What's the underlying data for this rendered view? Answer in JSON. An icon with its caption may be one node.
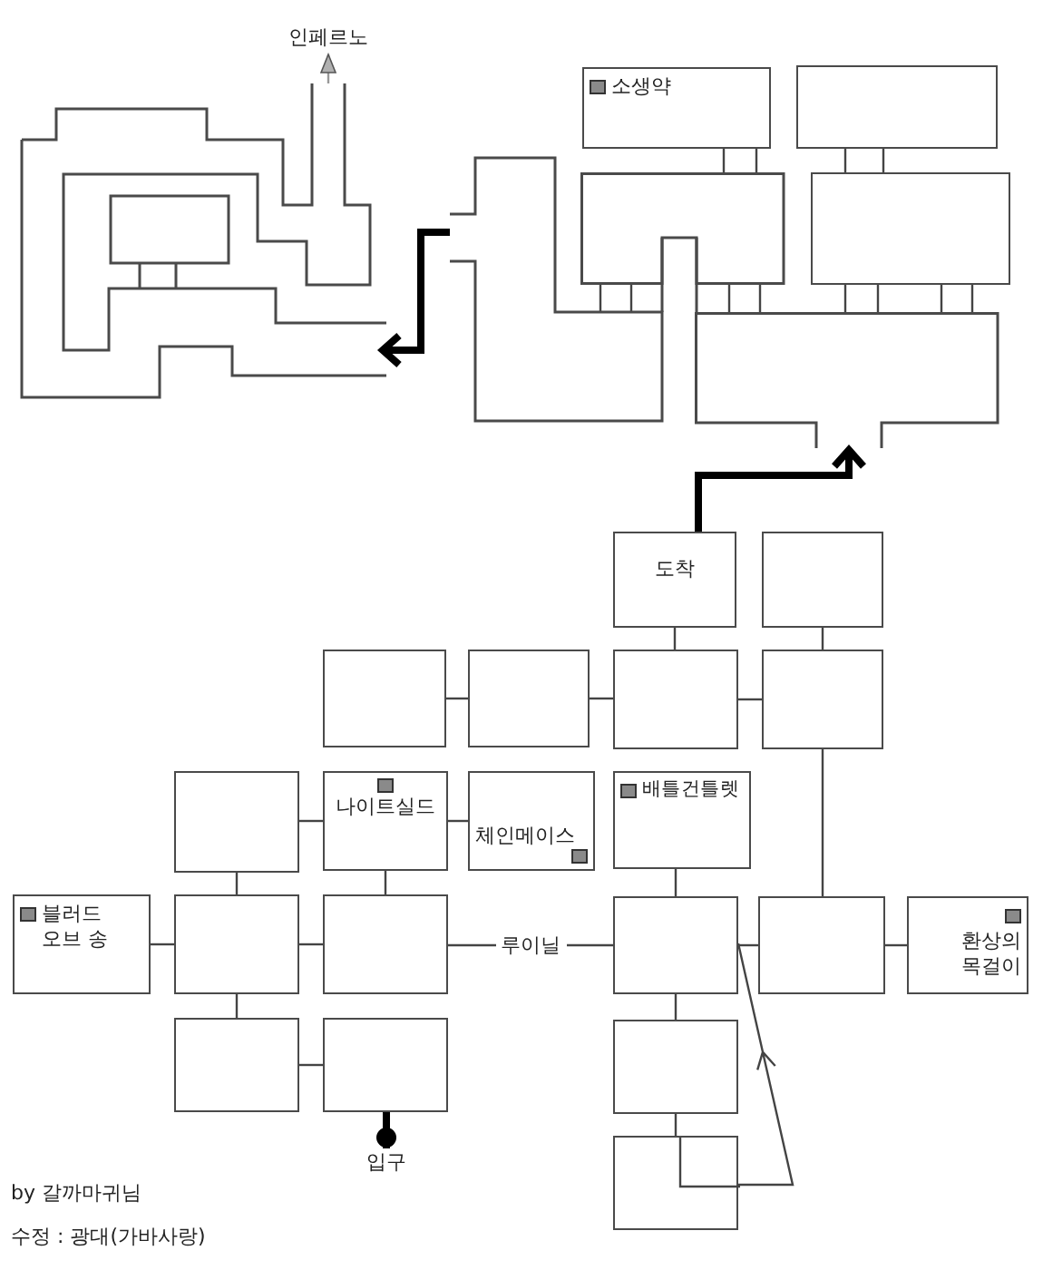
{
  "diagram": {
    "nodes": [
      {
        "text": [
          "인페르노"
        ]
      },
      {
        "text": [],
        "shape": "picture"
      },
      {
        "text": [
          "소생약"
        ]
      },
      {
        "text": [],
        "shape": "box"
      },
      {
        "text": [],
        "shape": "box"
      },
      {
        "text": [],
        "shape": "box"
      },
      {
        "text": [],
        "shape": "box"
      },
      {
        "text": [],
        "shape": "box"
      },
      {
        "text": [
          "도착"
        ]
      },
      {
        "text": [],
        "shape": "box"
      },
      {
        "text": [],
        "shape": "box"
      },
      {
        "text": [],
        "shape": "box"
      },
      {
        "text": [],
        "shape": "box"
      },
      {
        "text": [],
        "shape": "box"
      },
      {
        "text": [],
        "shape": "box"
      },
      {
        "text": [
          "나이트실드"
        ]
      },
      {
        "text": [
          "체인메이스"
        ]
      },
      {
        "text": [
          "배틀건틀렛"
        ]
      },
      {
        "text": [
          "블러드 오브 송"
        ]
      },
      {
        "text": [],
        "shape": "box"
      },
      {
        "text": [],
        "shape": "box"
      },
      {
        "text": [],
        "shape": "box"
      },
      {
        "text": [],
        "shape": "box"
      },
      {
        "text": [
          "환상의 목걸이"
        ]
      },
      {
        "text": [],
        "shape": "box"
      },
      {
        "text": [],
        "shape": "box"
      },
      {
        "text": [],
        "shape": "box"
      },
      {
        "text": [],
        "shape": "box"
      },
      {
        "text": [
          "입구"
        ]
      }
    ],
    "edges": [
      {
        "from": 1,
        "to": 0,
        "arrow": "to"
      },
      {
        "from": 2,
        "to": 5,
        "arrow": "none"
      },
      {
        "from": 3,
        "to": 6,
        "arrow": "none"
      },
      {
        "from": 5,
        "to": 4,
        "arrow": "none"
      },
      {
        "from": 5,
        "to": 7,
        "arrow": "none"
      },
      {
        "from": 6,
        "to": 7,
        "arrow": "none"
      },
      {
        "from": 6,
        "to": 7,
        "arrow": "none"
      },
      {
        "from": 4,
        "to": 1,
        "arrow": "to",
        "style": "thick"
      },
      {
        "from": 8,
        "to": 7,
        "arrow": "to",
        "style": "thick"
      },
      {
        "from": 8,
        "to": 12,
        "arrow": "none"
      },
      {
        "from": 9,
        "to": 13,
        "arrow": "none"
      },
      {
        "from": 10,
        "to": 11,
        "arrow": "none"
      },
      {
        "from": 11,
        "to": 12,
        "arrow": "none"
      },
      {
        "from": 12,
        "to": 13,
        "arrow": "none"
      },
      {
        "from": 14,
        "to": 15,
        "arrow": "none"
      },
      {
        "from": 15,
        "to": 16,
        "arrow": "none"
      },
      {
        "from": 14,
        "to": 19,
        "arrow": "none"
      },
      {
        "from": 15,
        "to": 20,
        "arrow": "none"
      },
      {
        "from": 18,
        "to": 19,
        "arrow": "none"
      },
      {
        "from": 19,
        "to": 20,
        "arrow": "none"
      },
      {
        "from": 20,
        "to": 21,
        "arrow": "none",
        "label": "루이닐"
      },
      {
        "from": 17,
        "to": 21,
        "arrow": "none"
      },
      {
        "from": 21,
        "to": 22,
        "arrow": "none"
      },
      {
        "from": 22,
        "to": 23,
        "arrow": "none"
      },
      {
        "from": 13,
        "to": 22,
        "arrow": "none"
      },
      {
        "from": 19,
        "to": 24,
        "arrow": "none"
      },
      {
        "from": 24,
        "to": 25,
        "arrow": "none"
      },
      {
        "from": 21,
        "to": 26,
        "arrow": "none"
      },
      {
        "from": 26,
        "to": 27,
        "arrow": "none"
      },
      {
        "from": 27,
        "to": 21,
        "arrow": "to"
      },
      {
        "from": 25,
        "to": 28,
        "arrow": "other",
        "style": "thick"
      }
    ],
    "labels": [
      "by 갈까마귀님",
      "수정 : 광대(가바사랑)"
    ]
  }
}
